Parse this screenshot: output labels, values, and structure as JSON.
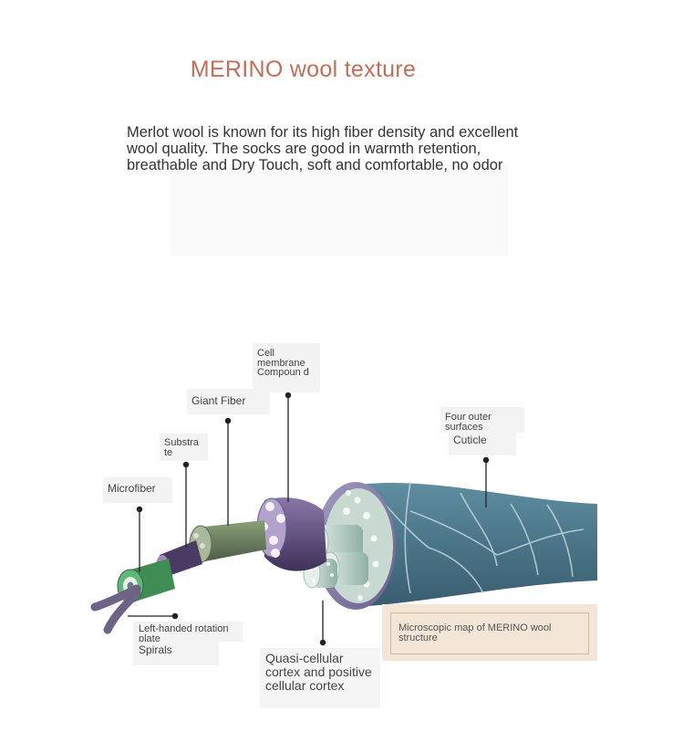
{
  "title": "MERINO wool texture",
  "description": "Merlot wool is known for its high fiber density and excellent wool quality. The socks are good in warmth retention, breathable and Dry Touch, soft and comfortable, no odor",
  "labels": {
    "cell_membrane": "Cell membrane Compoun d",
    "giant_fiber": "Giant Fiber",
    "substrate": "Substra te",
    "microfiber": "Microfiber",
    "four_outer_surfaces": "Four outer surfaces",
    "cuticle": "Cuticle",
    "left_handed": "Left-handed rotation plate",
    "spirals": "Spirals",
    "cortex": "Quasi-cellular cortex and positive cellular cortex"
  },
  "caption": "Microscopic map of MERINO wool structure",
  "colors": {
    "title": "#c0705a",
    "cuticle": "#4f7a8c",
    "cortex": "#8a7fa8",
    "giant_fiber": "#6b7b62",
    "microfiber": "#5aa36a",
    "spirals": "#7a6c8e",
    "caption_bg": "#f3e6d6"
  }
}
